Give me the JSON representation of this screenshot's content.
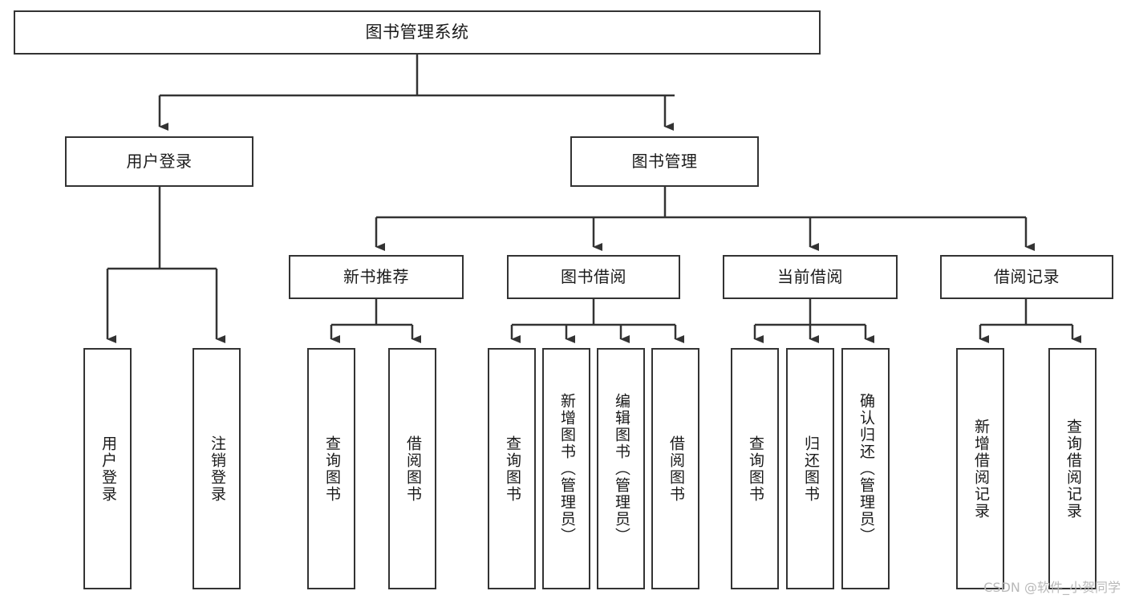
{
  "diagram": {
    "title": "图书管理系统",
    "watermark": "CSDN @软件_小贺同学",
    "colors": {
      "box_border": "#333333",
      "box_fill": "#ffffff",
      "connector": "#333333",
      "text": "#1a1a1a",
      "watermark": "#b9b9b9"
    }
  },
  "nodes": {
    "root": {
      "label": "图书管理系统"
    },
    "level2": [
      {
        "label": "用户登录"
      },
      {
        "label": "图书管理"
      }
    ],
    "level3": [
      {
        "label": "新书推荐"
      },
      {
        "label": "图书借阅"
      },
      {
        "label": "当前借阅"
      },
      {
        "label": "借阅记录"
      }
    ],
    "leaves": {
      "user_login": [
        {
          "label": "用户登录"
        },
        {
          "label": "注销登录"
        }
      ],
      "new_book_recommend": [
        {
          "label": "查询图书"
        },
        {
          "label": "借阅图书"
        }
      ],
      "book_borrow": [
        {
          "label": "查询图书"
        },
        {
          "label": "新增图书（管理员）"
        },
        {
          "label": "编辑图书（管理员）"
        },
        {
          "label": "借阅图书"
        }
      ],
      "current_borrow": [
        {
          "label": "查询图书"
        },
        {
          "label": "归还图书"
        },
        {
          "label": "确认归还（管理员）"
        }
      ],
      "borrow_record": [
        {
          "label": "新增借阅记录"
        },
        {
          "label": "查询借阅记录"
        }
      ]
    }
  },
  "chart_data": {
    "type": "tree",
    "title": "图书管理系统",
    "orientation": "top-down",
    "levels": 4,
    "edges": [
      {
        "from": "图书管理系统",
        "to": "用户登录"
      },
      {
        "from": "图书管理系统",
        "to": "图书管理"
      },
      {
        "from": "图书管理",
        "to": "新书推荐"
      },
      {
        "from": "图书管理",
        "to": "图书借阅"
      },
      {
        "from": "图书管理",
        "to": "当前借阅"
      },
      {
        "from": "图书管理",
        "to": "借阅记录"
      },
      {
        "from": "用户登录",
        "to": "用户登录"
      },
      {
        "from": "用户登录",
        "to": "注销登录"
      },
      {
        "from": "新书推荐",
        "to": "查询图书"
      },
      {
        "from": "新书推荐",
        "to": "借阅图书"
      },
      {
        "from": "图书借阅",
        "to": "查询图书"
      },
      {
        "from": "图书借阅",
        "to": "新增图书（管理员）"
      },
      {
        "from": "图书借阅",
        "to": "编辑图书（管理员）"
      },
      {
        "from": "图书借阅",
        "to": "借阅图书"
      },
      {
        "from": "当前借阅",
        "to": "查询图书"
      },
      {
        "from": "当前借阅",
        "to": "归还图书"
      },
      {
        "from": "当前借阅",
        "to": "确认归还（管理员）"
      },
      {
        "from": "借阅记录",
        "to": "新增借阅记录"
      },
      {
        "from": "借阅记录",
        "to": "查询借阅记录"
      }
    ]
  }
}
